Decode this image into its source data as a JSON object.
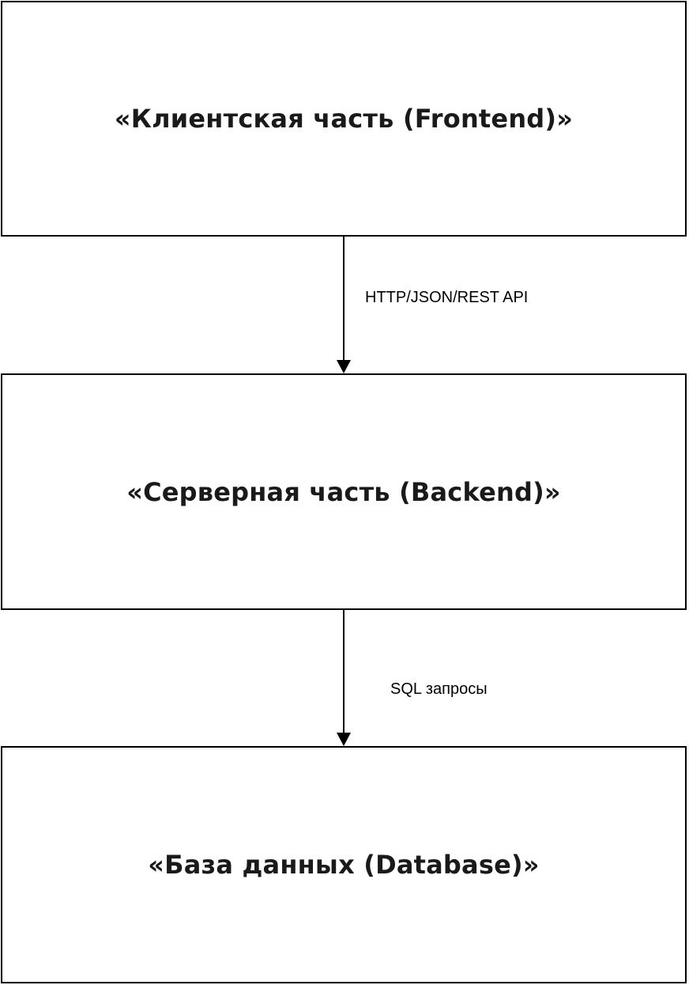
{
  "diagram": {
    "nodes": [
      {
        "id": "frontend",
        "label": "«Клиентская часть (Frontend)»"
      },
      {
        "id": "backend",
        "label": "«Серверная часть (Backend)»"
      },
      {
        "id": "database",
        "label": "«База данных (Database)»"
      }
    ],
    "edges": [
      {
        "from": "frontend",
        "to": "backend",
        "label": "HTTP/JSON/REST API"
      },
      {
        "from": "backend",
        "to": "database",
        "label": "SQL запросы"
      }
    ]
  },
  "colors": {
    "stroke": "#000000",
    "background": "#ffffff",
    "node_text": "#1a1a1a"
  }
}
